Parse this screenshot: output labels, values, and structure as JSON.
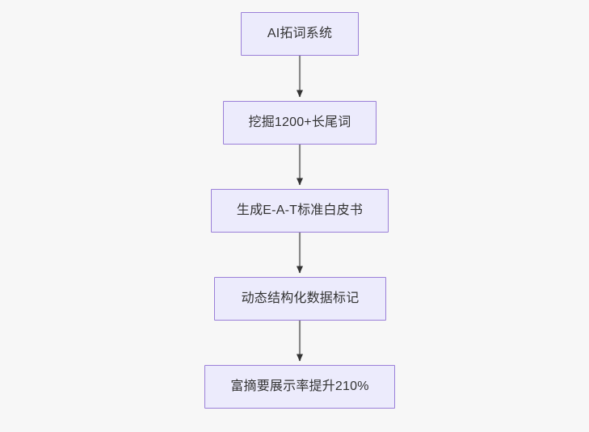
{
  "diagram": {
    "type": "flowchart",
    "direction": "top-to-bottom",
    "background_color": "#f7f7f7",
    "node_fill_color": "#ecebfc",
    "node_border_color": "#9a7fd8",
    "node_text_color": "#333333",
    "edge_line_color": "#888888",
    "edge_arrow_color": "#333333",
    "nodes": [
      {
        "id": "node-1",
        "label": "AI拓词系统"
      },
      {
        "id": "node-2",
        "label": "挖掘1200+长尾词"
      },
      {
        "id": "node-3",
        "label": "生成E-A-T标准白皮书"
      },
      {
        "id": "node-4",
        "label": "动态结构化数据标记"
      },
      {
        "id": "node-5",
        "label": "富摘要展示率提升210%"
      }
    ],
    "edges": [
      {
        "id": "edge-1-2",
        "from": "node-1",
        "to": "node-2",
        "label": ""
      },
      {
        "id": "edge-2-3",
        "from": "node-2",
        "to": "node-3",
        "label": ""
      },
      {
        "id": "edge-3-4",
        "from": "node-3",
        "to": "node-4",
        "label": ""
      },
      {
        "id": "edge-4-5",
        "from": "node-4",
        "to": "node-5",
        "label": ""
      }
    ]
  }
}
